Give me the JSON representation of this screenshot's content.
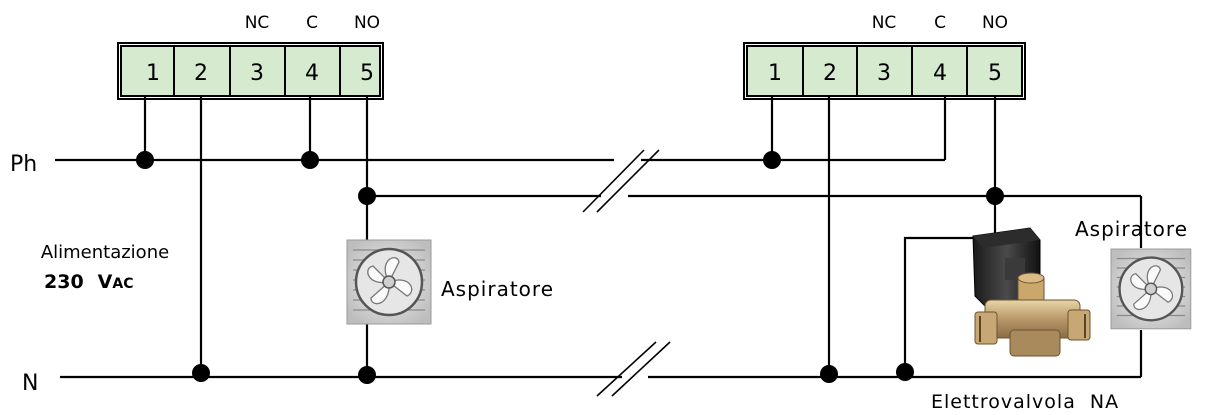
{
  "left_block": {
    "terminals": [
      "1",
      "2",
      "3",
      "4",
      "5"
    ],
    "labels": {
      "nc": "NC",
      "c": "C",
      "no": "NO"
    }
  },
  "right_block": {
    "terminals": [
      "1",
      "2",
      "3",
      "4",
      "5"
    ],
    "labels": {
      "nc": "NC",
      "c": "C",
      "no": "NO"
    }
  },
  "lines": {
    "phase": "Ph",
    "neutral": "N"
  },
  "supply": {
    "line1": "Alimentazione",
    "line2_value": "230",
    "line2_unit_v": "V",
    "line2_unit_ac": "AC"
  },
  "loads": {
    "fan_left": "Aspiratore",
    "fan_right": "Aspiratore",
    "valve": "Elettrovalvola  NA"
  },
  "colors": {
    "terminal_fill": "#d6ead0",
    "wire": "#000000"
  }
}
